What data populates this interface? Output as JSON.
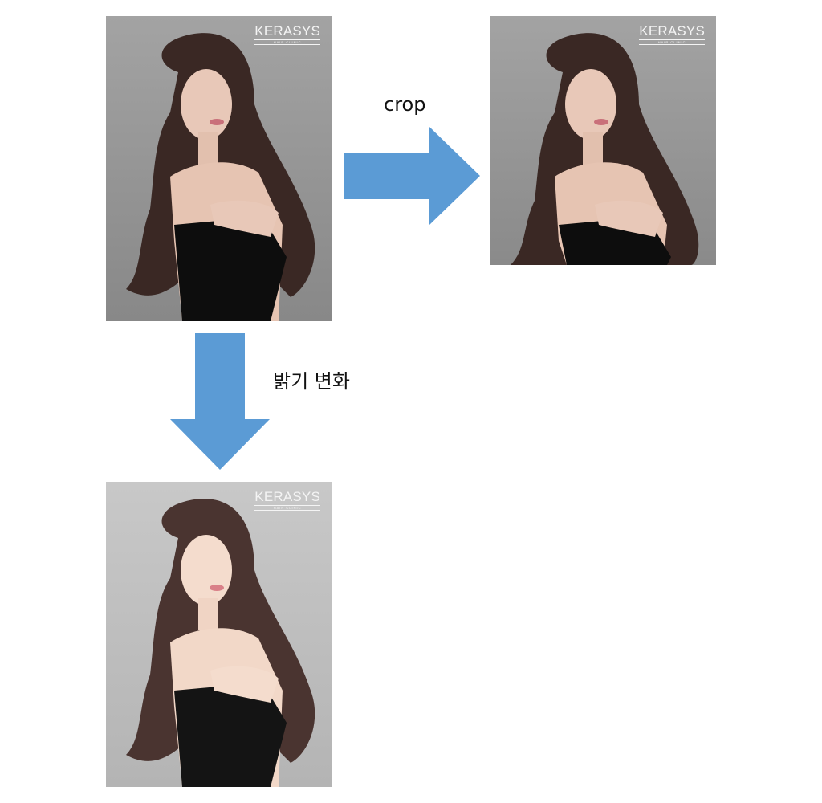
{
  "labels": {
    "crop": "crop",
    "brightness": "밝기 변화"
  },
  "logo": {
    "brand": "KERASYS",
    "tagline": "HAIR CLINIC"
  },
  "colors": {
    "arrow": "#5b9bd5",
    "background_original": "#9a9a9a",
    "background_bright": "#c4c4c4",
    "hair": "#3a2824",
    "dress": "#0d0d0d",
    "skin": "#e8c8b8"
  }
}
